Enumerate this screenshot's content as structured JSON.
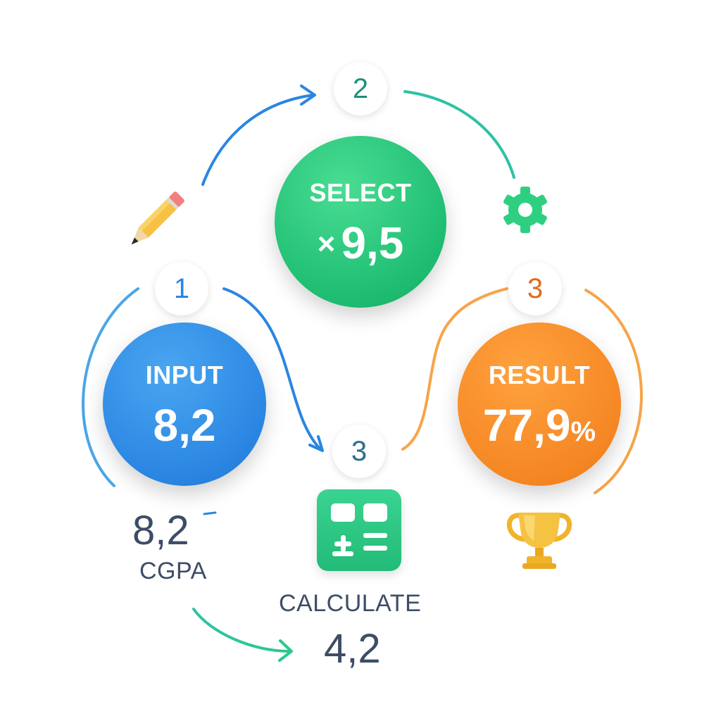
{
  "steps": {
    "input": {
      "badge": "1",
      "label": "INPUT",
      "value": "8,2"
    },
    "select": {
      "badge": "2",
      "label": "SELECT",
      "multiplier_sign": "×",
      "value": "9,5"
    },
    "result": {
      "badge": "3",
      "label": "RESULT",
      "value": "77,9",
      "unit": "%"
    },
    "calculate": {
      "badge": "3"
    }
  },
  "annotations": {
    "cgpa_value": "8,2",
    "cgpa_label": "CGPA",
    "calculate_label": "CALCULATE",
    "calculate_value": "4,2"
  },
  "colors": {
    "blue": "#2a86e2",
    "green": "#1ebd72",
    "orange": "#f58724",
    "teal": "#27c08c",
    "text": "#3d4d66"
  },
  "icons": [
    "pencil-icon",
    "gear-icon",
    "calculator-icon",
    "trophy-icon"
  ]
}
